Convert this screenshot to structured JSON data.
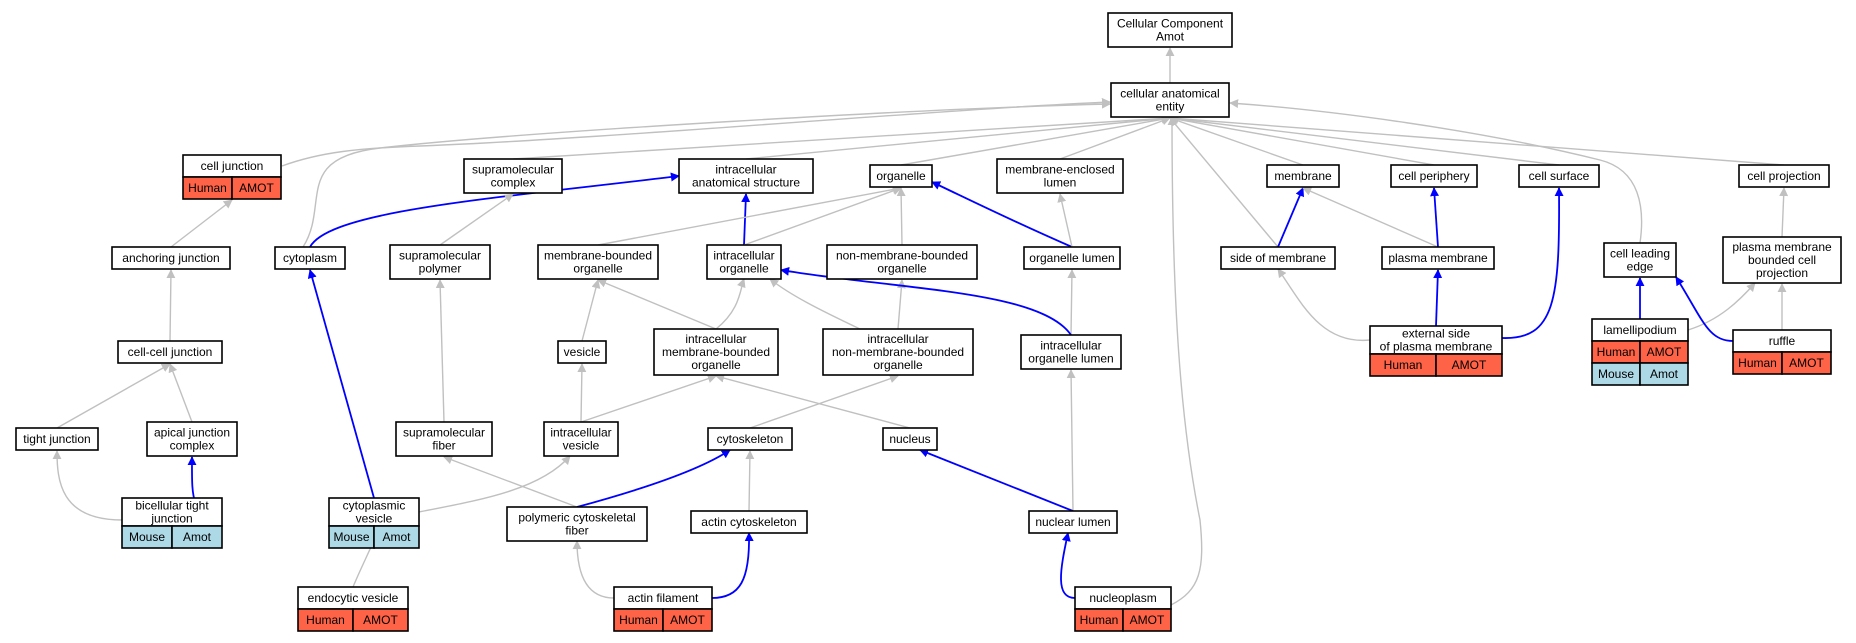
{
  "colors": {
    "human_tag": "#ff6347",
    "mouse_tag": "#add8e6",
    "is_a_edge": "#c0c0c0",
    "part_of_edge": "#0000ff"
  },
  "nodes": [
    {
      "id": "root",
      "lines": [
        "Cellular Component",
        "Amot"
      ]
    },
    {
      "id": "cae",
      "lines": [
        "cellular anatomical",
        "entity"
      ]
    },
    {
      "id": "cell_junction",
      "lines": [
        "cell junction"
      ],
      "tags": [
        {
          "kind": "human",
          "texts": [
            "Human",
            "AMOT"
          ]
        }
      ]
    },
    {
      "id": "supramolecular_complex",
      "lines": [
        "supramolecular",
        "complex"
      ]
    },
    {
      "id": "ias",
      "lines": [
        "intracellular",
        "anatomical structure"
      ]
    },
    {
      "id": "organelle",
      "lines": [
        "organelle"
      ]
    },
    {
      "id": "mel",
      "lines": [
        "membrane-enclosed",
        "lumen"
      ]
    },
    {
      "id": "membrane",
      "lines": [
        "membrane"
      ]
    },
    {
      "id": "cell_periphery",
      "lines": [
        "cell periphery"
      ]
    },
    {
      "id": "cell_surface",
      "lines": [
        "cell surface"
      ]
    },
    {
      "id": "cell_projection",
      "lines": [
        "cell projection"
      ]
    },
    {
      "id": "anchoring_junction",
      "lines": [
        "anchoring junction"
      ]
    },
    {
      "id": "cytoplasm",
      "lines": [
        "cytoplasm"
      ]
    },
    {
      "id": "supramolecular_polymer",
      "lines": [
        "supramolecular",
        "polymer"
      ]
    },
    {
      "id": "mbo",
      "lines": [
        "membrane-bounded",
        "organelle"
      ]
    },
    {
      "id": "intracellular_organelle",
      "lines": [
        "intracellular",
        "organelle"
      ]
    },
    {
      "id": "nmbo",
      "lines": [
        "non-membrane-bounded",
        "organelle"
      ]
    },
    {
      "id": "organelle_lumen",
      "lines": [
        "organelle lumen"
      ]
    },
    {
      "id": "side_of_membrane",
      "lines": [
        "side of membrane"
      ]
    },
    {
      "id": "plasma_membrane",
      "lines": [
        "plasma membrane"
      ]
    },
    {
      "id": "cell_leading_edge",
      "lines": [
        "cell leading",
        "edge"
      ]
    },
    {
      "id": "pmbcp",
      "lines": [
        "plasma membrane",
        "bounded cell",
        "projection"
      ]
    },
    {
      "id": "cell_cell_junction",
      "lines": [
        "cell-cell junction"
      ]
    },
    {
      "id": "vesicle",
      "lines": [
        "vesicle"
      ]
    },
    {
      "id": "imbo",
      "lines": [
        "intracellular",
        "membrane-bounded",
        "organelle"
      ]
    },
    {
      "id": "inmbo",
      "lines": [
        "intracellular",
        "non-membrane-bounded",
        "organelle"
      ]
    },
    {
      "id": "iol",
      "lines": [
        "intracellular",
        "organelle lumen"
      ]
    },
    {
      "id": "external_side",
      "lines": [
        "external side",
        "of plasma membrane"
      ],
      "tags": [
        {
          "kind": "human",
          "texts": [
            "Human",
            "AMOT"
          ]
        }
      ]
    },
    {
      "id": "lamellipodium",
      "lines": [
        "lamellipodium"
      ],
      "tags": [
        {
          "kind": "human",
          "texts": [
            "Human",
            "AMOT"
          ]
        },
        {
          "kind": "mouse",
          "texts": [
            "Mouse",
            "Amot"
          ]
        }
      ]
    },
    {
      "id": "ruffle",
      "lines": [
        "ruffle"
      ],
      "tags": [
        {
          "kind": "human",
          "texts": [
            "Human",
            "AMOT"
          ]
        }
      ]
    },
    {
      "id": "tight_junction",
      "lines": [
        "tight junction"
      ]
    },
    {
      "id": "apical_junction",
      "lines": [
        "apical junction",
        "complex"
      ]
    },
    {
      "id": "supramolecular_fiber",
      "lines": [
        "supramolecular",
        "fiber"
      ]
    },
    {
      "id": "intracellular_vesicle",
      "lines": [
        "intracellular",
        "vesicle"
      ]
    },
    {
      "id": "cytoskeleton",
      "lines": [
        "cytoskeleton"
      ]
    },
    {
      "id": "nucleus",
      "lines": [
        "nucleus"
      ]
    },
    {
      "id": "btj",
      "lines": [
        "bicellular tight",
        "junction"
      ],
      "tags": [
        {
          "kind": "mouse",
          "texts": [
            "Mouse",
            "Amot"
          ]
        }
      ]
    },
    {
      "id": "cytoplasmic_vesicle",
      "lines": [
        "cytoplasmic",
        "vesicle"
      ],
      "tags": [
        {
          "kind": "mouse",
          "texts": [
            "Mouse",
            "Amot"
          ]
        }
      ]
    },
    {
      "id": "pcf",
      "lines": [
        "polymeric cytoskeletal",
        "fiber"
      ]
    },
    {
      "id": "actin_cytoskeleton",
      "lines": [
        "actin cytoskeleton"
      ]
    },
    {
      "id": "nuclear_lumen",
      "lines": [
        "nuclear lumen"
      ]
    },
    {
      "id": "endocytic_vesicle",
      "lines": [
        "endocytic vesicle"
      ],
      "tags": [
        {
          "kind": "human",
          "texts": [
            "Human",
            "AMOT"
          ]
        }
      ]
    },
    {
      "id": "actin_filament",
      "lines": [
        "actin filament"
      ],
      "tags": [
        {
          "kind": "human",
          "texts": [
            "Human",
            "AMOT"
          ]
        }
      ]
    },
    {
      "id": "nucleoplasm",
      "lines": [
        "nucleoplasm"
      ],
      "tags": [
        {
          "kind": "human",
          "texts": [
            "Human",
            "AMOT"
          ]
        }
      ]
    }
  ],
  "edges": [
    {
      "from": "cae",
      "to": "root",
      "rel": "is_a"
    },
    {
      "from": "cell_junction",
      "to": "cae",
      "rel": "is_a"
    },
    {
      "from": "supramolecular_complex",
      "to": "cae",
      "rel": "is_a"
    },
    {
      "from": "ias",
      "to": "cae",
      "rel": "is_a"
    },
    {
      "from": "organelle",
      "to": "cae",
      "rel": "is_a"
    },
    {
      "from": "mel",
      "to": "cae",
      "rel": "is_a"
    },
    {
      "from": "membrane",
      "to": "cae",
      "rel": "is_a"
    },
    {
      "from": "cell_periphery",
      "to": "cae",
      "rel": "is_a"
    },
    {
      "from": "cell_surface",
      "to": "cae",
      "rel": "is_a"
    },
    {
      "from": "cell_projection",
      "to": "cae",
      "rel": "is_a"
    },
    {
      "from": "cytoplasm",
      "to": "cae",
      "rel": "is_a"
    },
    {
      "from": "side_of_membrane",
      "to": "cae",
      "rel": "is_a"
    },
    {
      "from": "cell_leading_edge",
      "to": "cae",
      "rel": "is_a"
    },
    {
      "from": "nucleoplasm",
      "to": "cae",
      "rel": "is_a"
    },
    {
      "from": "anchoring_junction",
      "to": "cell_junction",
      "rel": "is_a"
    },
    {
      "from": "cell_cell_junction",
      "to": "anchoring_junction",
      "rel": "is_a"
    },
    {
      "from": "tight_junction",
      "to": "cell_cell_junction",
      "rel": "is_a"
    },
    {
      "from": "apical_junction",
      "to": "cell_cell_junction",
      "rel": "is_a"
    },
    {
      "from": "btj",
      "to": "tight_junction",
      "rel": "is_a"
    },
    {
      "from": "btj",
      "to": "apical_junction",
      "rel": "part_of"
    },
    {
      "from": "cytoplasm",
      "to": "ias",
      "rel": "part_of"
    },
    {
      "from": "cytoplasmic_vesicle",
      "to": "cytoplasm",
      "rel": "part_of"
    },
    {
      "from": "supramolecular_polymer",
      "to": "supramolecular_complex",
      "rel": "is_a"
    },
    {
      "from": "supramolecular_fiber",
      "to": "supramolecular_polymer",
      "rel": "is_a"
    },
    {
      "from": "pcf",
      "to": "supramolecular_fiber",
      "rel": "is_a"
    },
    {
      "from": "intracellular_organelle",
      "to": "ias",
      "rel": "part_of"
    },
    {
      "from": "intracellular_organelle",
      "to": "organelle",
      "rel": "is_a"
    },
    {
      "from": "mbo",
      "to": "organelle",
      "rel": "is_a"
    },
    {
      "from": "nmbo",
      "to": "organelle",
      "rel": "is_a"
    },
    {
      "from": "organelle_lumen",
      "to": "organelle",
      "rel": "part_of"
    },
    {
      "from": "organelle_lumen",
      "to": "mel",
      "rel": "is_a"
    },
    {
      "from": "vesicle",
      "to": "mbo",
      "rel": "is_a"
    },
    {
      "from": "imbo",
      "to": "mbo",
      "rel": "is_a"
    },
    {
      "from": "imbo",
      "to": "intracellular_organelle",
      "rel": "is_a"
    },
    {
      "from": "inmbo",
      "to": "intracellular_organelle",
      "rel": "is_a"
    },
    {
      "from": "inmbo",
      "to": "nmbo",
      "rel": "is_a"
    },
    {
      "from": "iol",
      "to": "organelle_lumen",
      "rel": "is_a"
    },
    {
      "from": "iol",
      "to": "intracellular_organelle",
      "rel": "part_of"
    },
    {
      "from": "intracellular_vesicle",
      "to": "vesicle",
      "rel": "is_a"
    },
    {
      "from": "intracellular_vesicle",
      "to": "imbo",
      "rel": "is_a"
    },
    {
      "from": "cytoplasmic_vesicle",
      "to": "intracellular_vesicle",
      "rel": "is_a"
    },
    {
      "from": "endocytic_vesicle",
      "to": "cytoplasmic_vesicle",
      "rel": "is_a"
    },
    {
      "from": "cytoskeleton",
      "to": "inmbo",
      "rel": "is_a"
    },
    {
      "from": "nucleus",
      "to": "imbo",
      "rel": "is_a"
    },
    {
      "from": "pcf",
      "to": "cytoskeleton",
      "rel": "part_of"
    },
    {
      "from": "actin_cytoskeleton",
      "to": "cytoskeleton",
      "rel": "is_a"
    },
    {
      "from": "actin_filament",
      "to": "actin_cytoskeleton",
      "rel": "part_of"
    },
    {
      "from": "actin_filament",
      "to": "pcf",
      "rel": "is_a"
    },
    {
      "from": "nuclear_lumen",
      "to": "iol",
      "rel": "is_a"
    },
    {
      "from": "nuclear_lumen",
      "to": "nucleus",
      "rel": "part_of"
    },
    {
      "from": "nucleoplasm",
      "to": "nuclear_lumen",
      "rel": "part_of"
    },
    {
      "from": "side_of_membrane",
      "to": "membrane",
      "rel": "part_of"
    },
    {
      "from": "plasma_membrane",
      "to": "membrane",
      "rel": "is_a"
    },
    {
      "from": "plasma_membrane",
      "to": "cell_periphery",
      "rel": "part_of"
    },
    {
      "from": "external_side",
      "to": "plasma_membrane",
      "rel": "part_of"
    },
    {
      "from": "external_side",
      "to": "side_of_membrane",
      "rel": "is_a"
    },
    {
      "from": "external_side",
      "to": "cell_surface",
      "rel": "part_of"
    },
    {
      "from": "pmbcp",
      "to": "cell_projection",
      "rel": "is_a"
    },
    {
      "from": "lamellipodium",
      "to": "cell_leading_edge",
      "rel": "part_of"
    },
    {
      "from": "lamellipodium",
      "to": "pmbcp",
      "rel": "is_a"
    },
    {
      "from": "ruffle",
      "to": "pmbcp",
      "rel": "is_a"
    },
    {
      "from": "ruffle",
      "to": "cell_leading_edge",
      "rel": "part_of"
    }
  ]
}
